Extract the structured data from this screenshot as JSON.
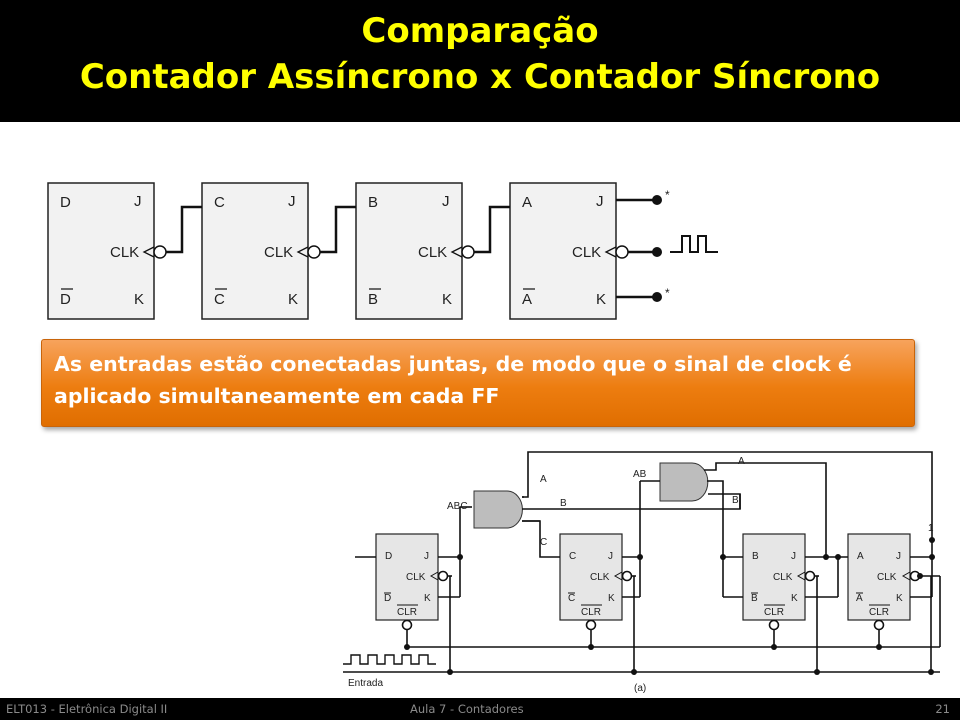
{
  "title": {
    "line1": "Comparação",
    "line2": "Contador Assíncrono x Contador Síncrono"
  },
  "callout": {
    "text": "As entradas estão conectadas juntas, de modo que o sinal de clock é aplicado simultaneamente em cada FF"
  },
  "top_diagram": {
    "flipflops": [
      {
        "q": "D",
        "qbar": "D",
        "j": "J",
        "clk": "CLK",
        "k": "K"
      },
      {
        "q": "C",
        "qbar": "C",
        "j": "J",
        "clk": "CLK",
        "k": "K"
      },
      {
        "q": "B",
        "qbar": "B",
        "j": "J",
        "clk": "CLK",
        "k": "K"
      },
      {
        "q": "A",
        "qbar": "A",
        "j": "J",
        "clk": "CLK",
        "k": "K"
      }
    ],
    "star_top": "*",
    "star_bottom": "*"
  },
  "bottom_diagram": {
    "flipflops": [
      {
        "q": "D",
        "qbar": "D",
        "j": "J",
        "clk": "CLK",
        "k": "K",
        "clr": "CLR"
      },
      {
        "q": "C",
        "qbar": "C",
        "j": "J",
        "clk": "CLK",
        "k": "K",
        "clr": "CLR"
      },
      {
        "q": "B",
        "qbar": "B",
        "j": "J",
        "clk": "CLK",
        "k": "K",
        "clr": "CLR"
      },
      {
        "q": "A",
        "qbar": "A",
        "j": "J",
        "clk": "CLK",
        "k": "K",
        "clr": "CLR"
      }
    ],
    "gate_abc_label": "ABC",
    "gate_ab_label": "AB",
    "wire_labels": {
      "a1": "A",
      "b1": "B",
      "c1": "C",
      "a2": "A",
      "b2": "B"
    },
    "one_label": "1",
    "entrada_label": "Entrada",
    "caption": "(a)"
  },
  "footer": {
    "left": "ELT013 - Eletrônica Digital II",
    "center": "Aula 7 - Contadores",
    "right": "21"
  }
}
